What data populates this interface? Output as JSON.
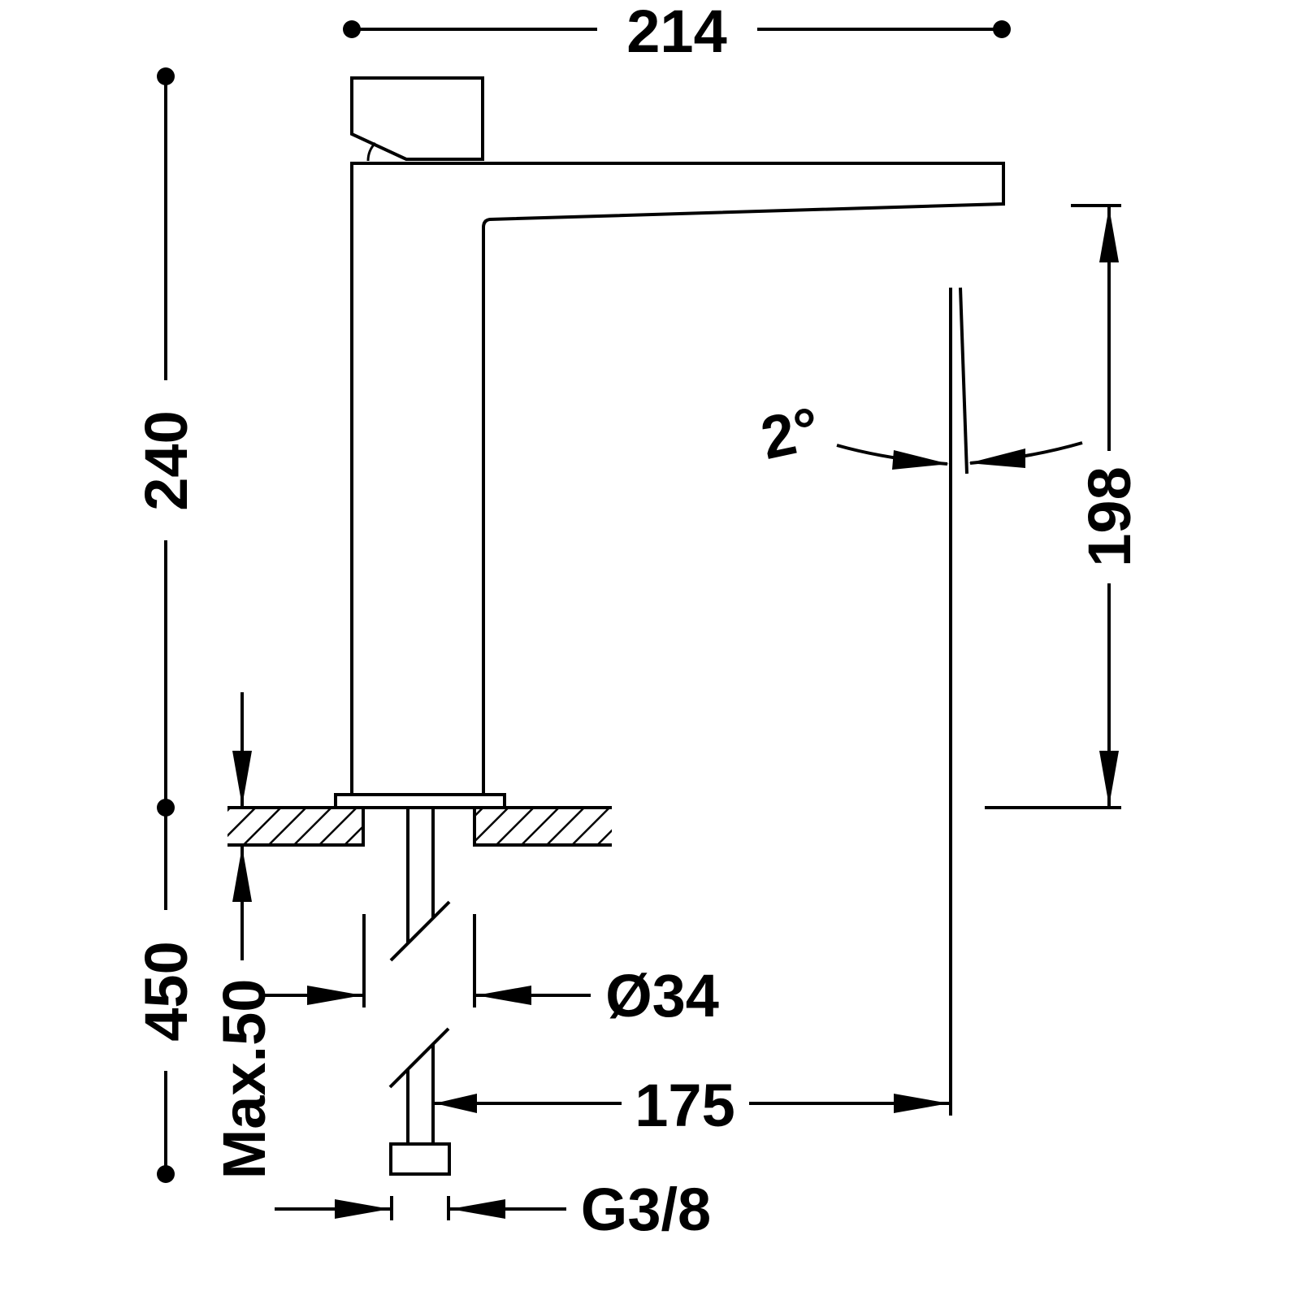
{
  "dimensions": {
    "overall_width": "214",
    "overall_height": "240",
    "hose_length": "450",
    "counter_thickness": "Max.50",
    "hole_diameter": "Ø34",
    "spout_reach": "175",
    "spout_height": "198",
    "flow_angle": "2°",
    "connection": "G3/8"
  },
  "colors": {
    "line": "#000000",
    "background": "#ffffff"
  }
}
